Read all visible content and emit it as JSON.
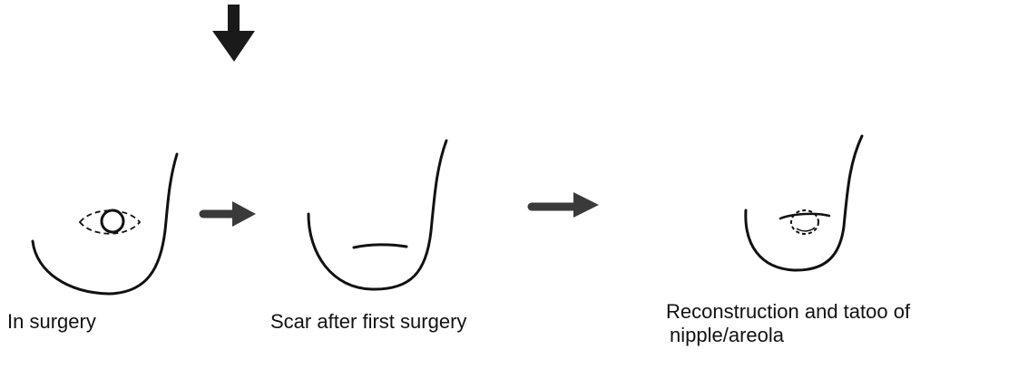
{
  "steps": [
    {
      "caption": "In surgery"
    },
    {
      "caption": "Scar after first surgery"
    },
    {
      "caption_line1": "Reconstruction and tatoo of",
      "caption_line2": "nipple/areola"
    }
  ],
  "colors": {
    "ink": "#111111",
    "arrow": "#3a3a3a",
    "background": "#ffffff"
  },
  "icons": {
    "top_marker": "down-arrow-icon",
    "flow_arrow": "right-arrow-icon"
  }
}
